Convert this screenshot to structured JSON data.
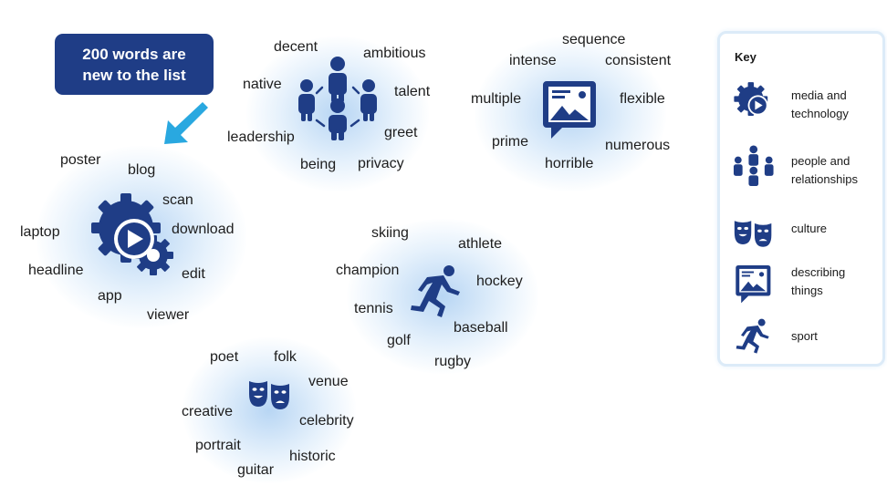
{
  "banner": {
    "line1": "200 words are",
    "line2": "new to the list"
  },
  "clusters": {
    "media": {
      "icon": "gear-play-icon",
      "words": [
        "poster",
        "blog",
        "scan",
        "download",
        "laptop",
        "headline",
        "edit",
        "app",
        "viewer"
      ]
    },
    "people": {
      "icon": "people-group-icon",
      "words": [
        "decent",
        "ambitious",
        "native",
        "talent",
        "leadership",
        "greet",
        "being",
        "privacy"
      ]
    },
    "describing": {
      "icon": "picture-frame-icon",
      "words": [
        "sequence",
        "intense",
        "consistent",
        "multiple",
        "flexible",
        "prime",
        "numerous",
        "horrible"
      ]
    },
    "sport": {
      "icon": "runner-icon",
      "words": [
        "skiing",
        "athlete",
        "champion",
        "hockey",
        "tennis",
        "baseball",
        "golf",
        "rugby"
      ]
    },
    "culture": {
      "icon": "theatre-masks-icon",
      "words": [
        "poet",
        "folk",
        "venue",
        "creative",
        "celebrity",
        "portrait",
        "historic",
        "guitar"
      ]
    }
  },
  "key": {
    "title": "Key",
    "items": [
      {
        "label": "media and\ntechnology",
        "icon": "gear-play-icon"
      },
      {
        "label": "people and\nrelationships",
        "icon": "people-group-icon"
      },
      {
        "label": "culture",
        "icon": "theatre-masks-icon"
      },
      {
        "label": "describing\nthings",
        "icon": "picture-frame-icon"
      },
      {
        "label": "sport",
        "icon": "runner-icon"
      }
    ]
  },
  "colors": {
    "navy": "#1f3d86",
    "arrow": "#29a8e0",
    "glow": "#cfe4f7"
  }
}
